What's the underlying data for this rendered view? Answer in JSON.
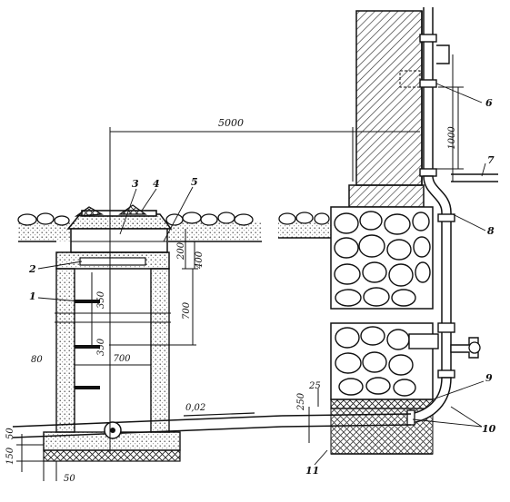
{
  "diagram": {
    "dimensions": {
      "total_span": "5000",
      "riser_height": "1000",
      "cover_depth_a": "200",
      "cover_depth_b": "400",
      "rung_gap_top": "350",
      "rung_gap_mid": "350",
      "step_depth": "700",
      "well_width": "700",
      "wall_thickness": "80",
      "slope": "0,02",
      "pipe_cover": "250",
      "bedding": "25",
      "base_150": "150",
      "base_50_left": "50",
      "base_50_bottom": "50"
    },
    "callouts": [
      "1",
      "2",
      "3",
      "4",
      "5",
      "6",
      "7",
      "8",
      "9",
      "10",
      "11"
    ]
  }
}
